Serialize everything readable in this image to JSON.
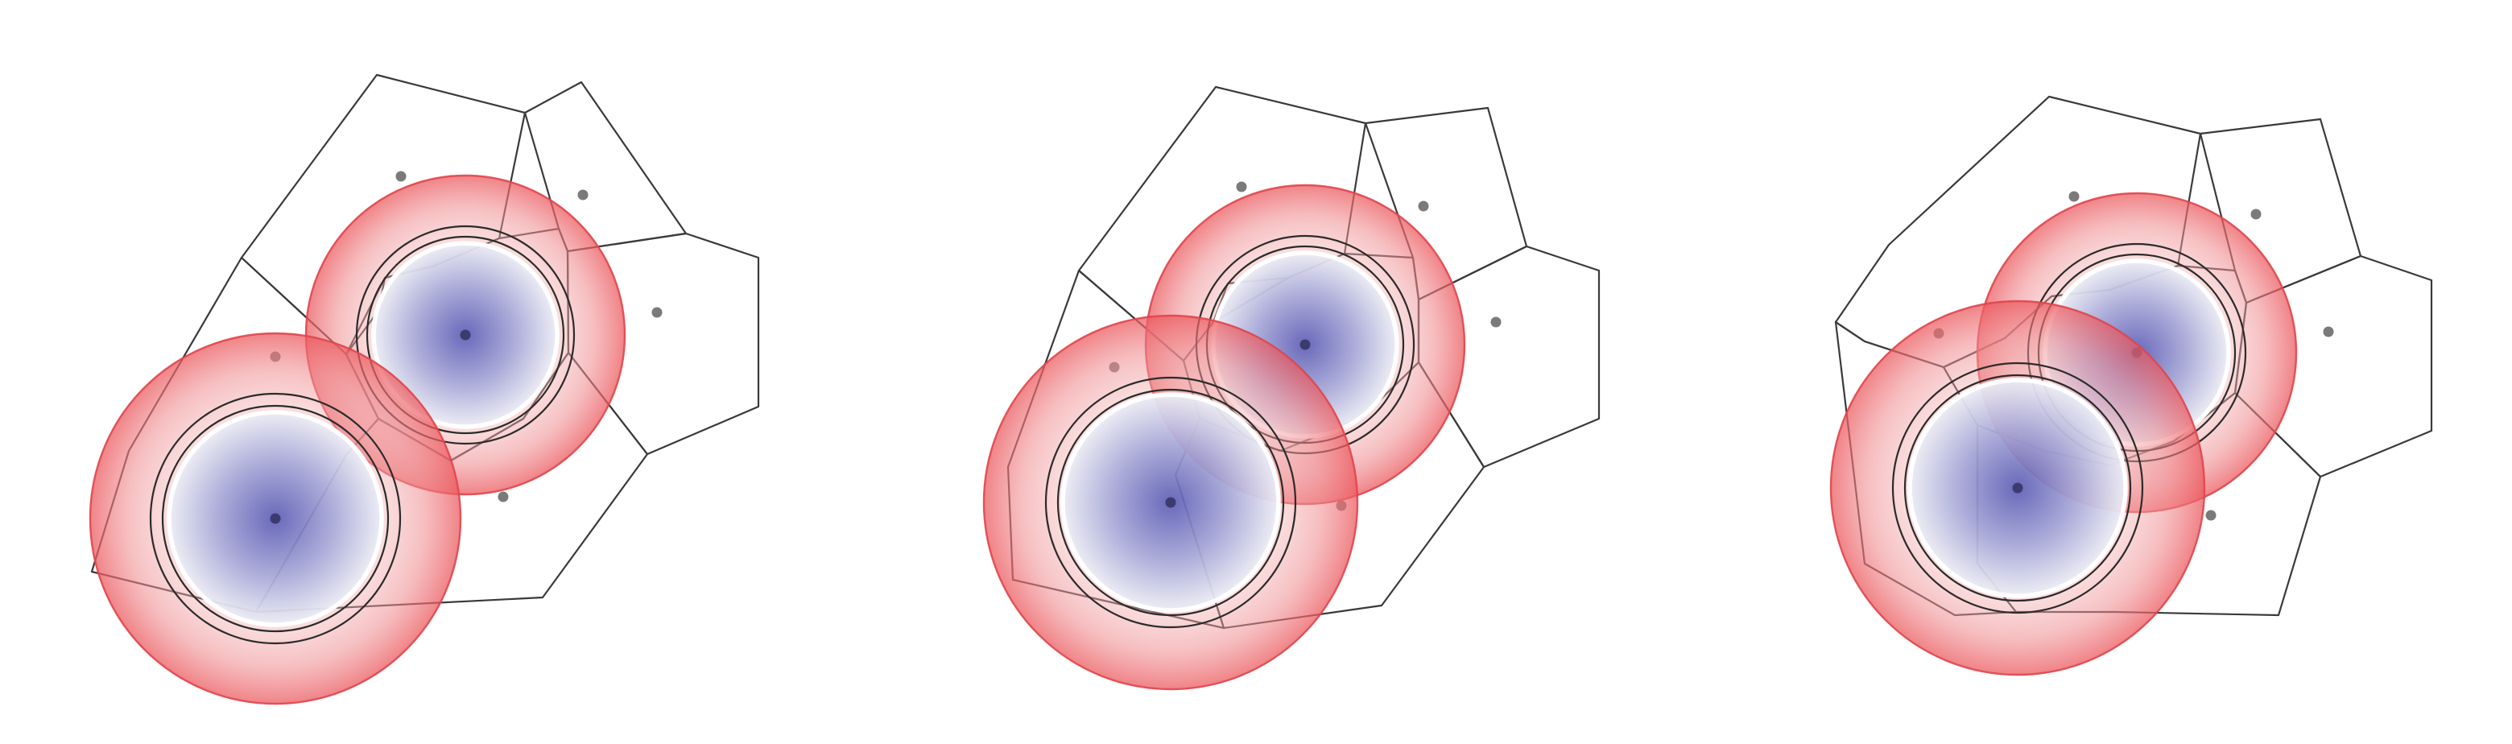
{
  "figure": {
    "panel_count": 3,
    "colors": {
      "background": "#ffffff",
      "cell_edge": "#3a3a3a",
      "site_point": "#7a7a7a",
      "halo_edge": "#e0454b",
      "halo_fill": "#eb5a5f",
      "core_fill_center": "#5c5cb4",
      "core_fill_edge": "#eceef6",
      "core_outline": "#ffffff",
      "center_dot": "#3b3b6e"
    },
    "panels": [
      {
        "name": "panel-1",
        "state": "separated"
      },
      {
        "name": "panel-2",
        "state": "overlapping"
      },
      {
        "name": "panel-3",
        "state": "strongly-overlapping"
      }
    ]
  }
}
